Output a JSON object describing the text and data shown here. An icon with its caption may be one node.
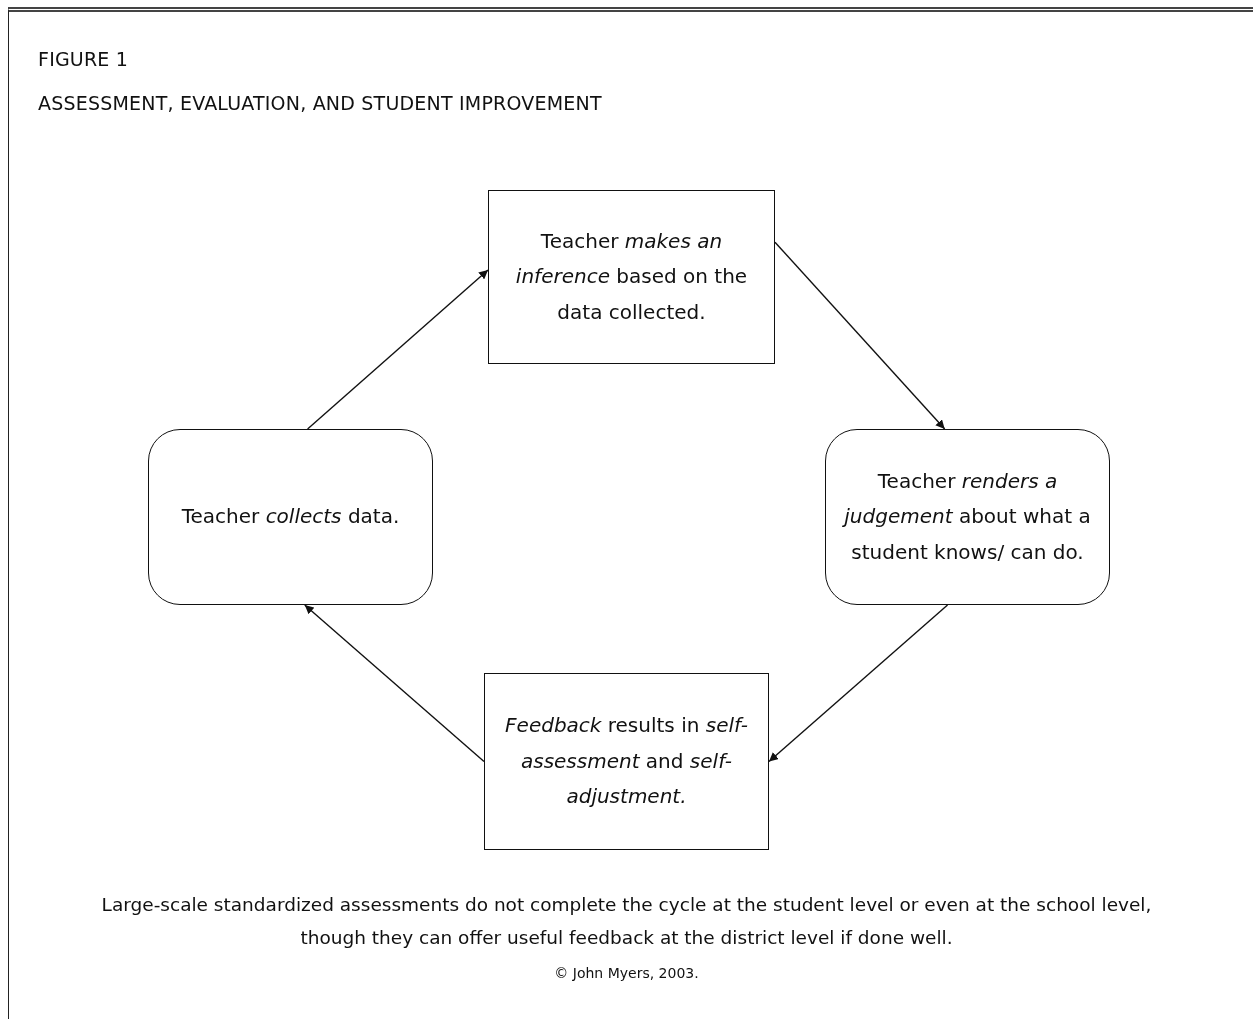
{
  "diagram": {
    "title": "ASSESSMENT, EVALUATION, AND STUDENT IMPROVEMENT",
    "caption": "Large-scale standardized assessments do not complete the cycle at the student level or even at the school level, though they can offer useful feedback at the district level if done well.",
    "nodes": [
      {
        "text": [
          "Teacher *makes an inference* based on the data collected."
        ]
      },
      {
        "text": [
          "Teacher *collects* data."
        ]
      },
      {
        "text": [
          "Teacher *renders a judgement* about what a student knows/ can do."
        ]
      },
      {
        "text": [
          "*Feedback* results in *self-assessment* and *self-adjustment.*"
        ]
      }
    ],
    "edges": [
      {
        "from": 1,
        "to": 0,
        "arrow": "to"
      },
      {
        "from": 0,
        "to": 2,
        "arrow": "to"
      },
      {
        "from": 2,
        "to": 3,
        "arrow": "to"
      },
      {
        "from": 3,
        "to": 1,
        "arrow": "to"
      }
    ],
    "labels": [
      "FIGURE 1",
      "© John Myers, 2003."
    ]
  }
}
